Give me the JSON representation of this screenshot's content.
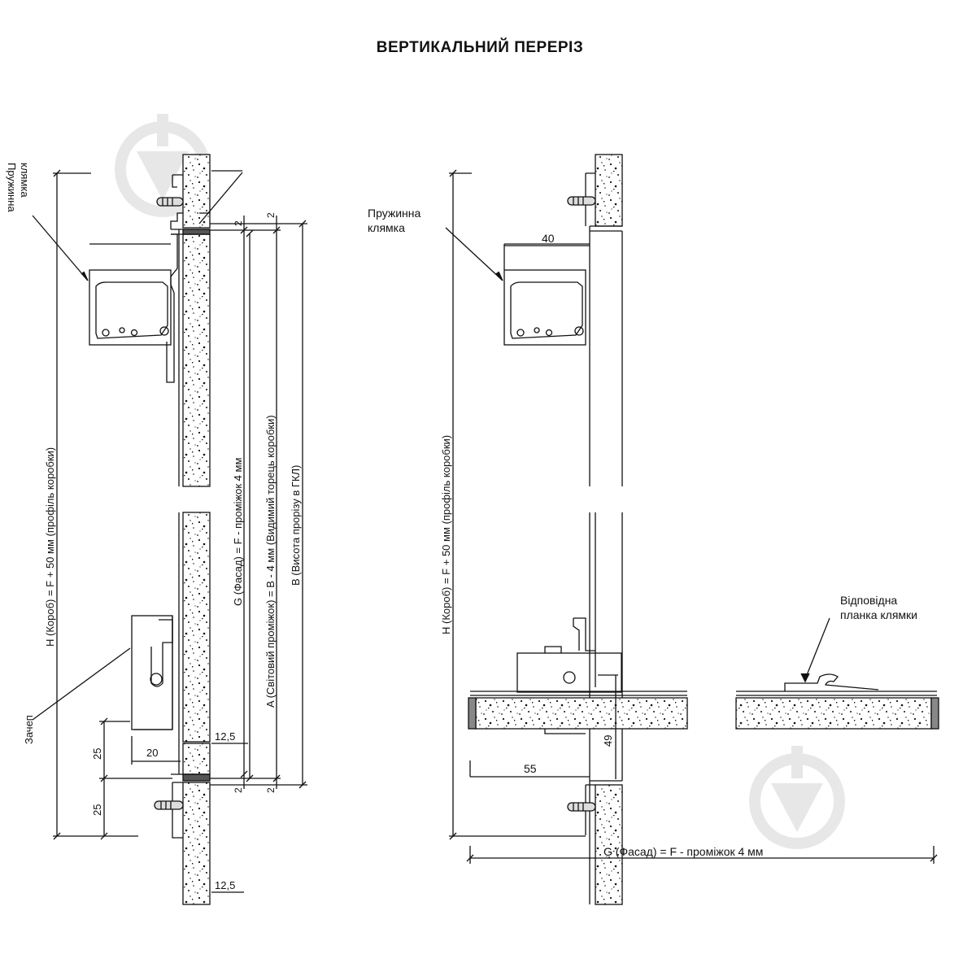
{
  "title": "ВЕРТИКАЛЬНИЙ ПЕРЕРІЗ",
  "left": {
    "latch_label_1": "Пружинна",
    "latch_label_2": "клямка",
    "catch_label": "Зачеп",
    "dim_h": "H (Короб) = F + 50 мм (профіль коробки)",
    "dim_g": "G (Фасад) = F - проміжок 4 мм",
    "dim_a": "A (Світовий проміжок) = B - 4 мм (Видимий торець коробки)",
    "dim_b": "B (Висота прорізу в ГКЛ)",
    "dim_2_top_a": "2",
    "dim_2_top_b": "2",
    "dim_2_bot_a": "2",
    "dim_2_bot_b": "2",
    "dim_25_a": "25",
    "dim_25_b": "25",
    "dim_20": "20",
    "dim_125_a": "12,5",
    "dim_125_b": "12,5"
  },
  "right": {
    "latch_label_1": "Пружинна",
    "latch_label_2": "клямка",
    "dim_40": "40",
    "dim_h": "H (Короб) = F + 50 мм (профіль коробки)",
    "dim_55": "55",
    "dim_49": "49",
    "dim_g": "G (Фасад) = F - проміжок 4 мм",
    "strike_label_1": "Відповідна",
    "strike_label_2": "планка клямки"
  },
  "icons": [
    "watermark-logo-icon",
    "watermark-logo-icon"
  ]
}
